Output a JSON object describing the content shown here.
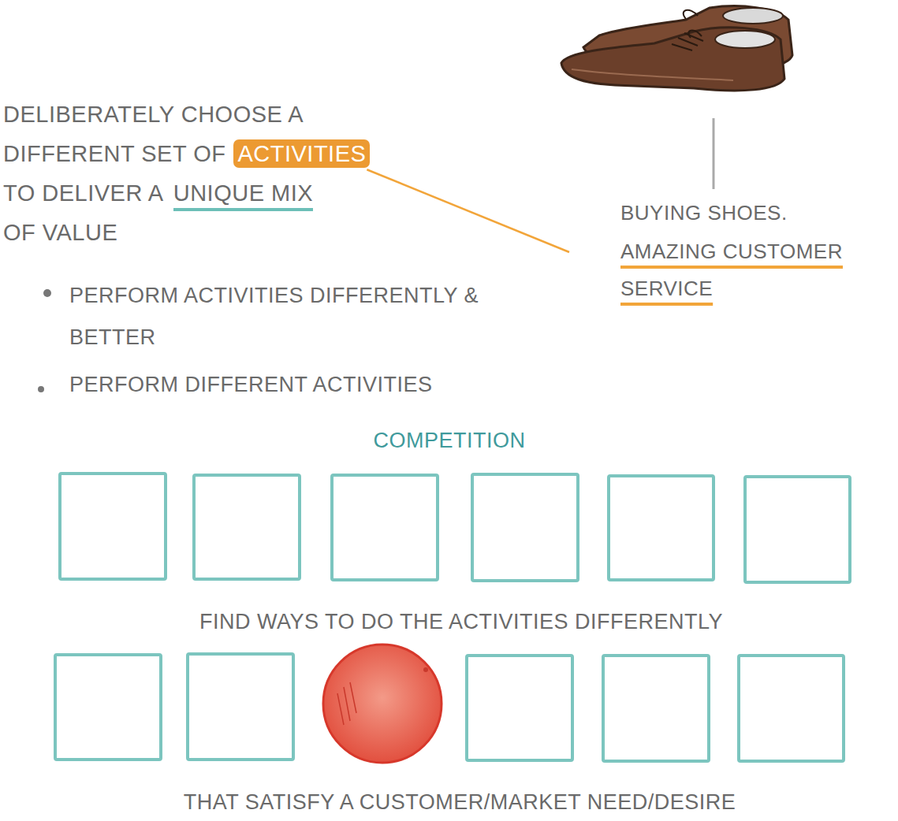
{
  "diagram": {
    "labels": [
      "DELIBERATELY CHOOSE A",
      "DIFFERENT SET OF",
      "ACTIVITIES",
      "TO DELIVER A",
      "UNIQUE MIX",
      "OF VALUE",
      "PERFORM ACTIVITIES DIFFERENTLY & BETTER",
      "PERFORM DIFFERENT ACTIVITIES",
      "BUYING SHOES.",
      "AMAZING CUSTOMER SERVICE",
      "COMPETITION",
      "FIND WAYS TO DO THE ACTIVITIES DIFFERENTLY",
      "THAT SATISFY A CUSTOMER/MARKET NEED/DESIRE"
    ]
  }
}
